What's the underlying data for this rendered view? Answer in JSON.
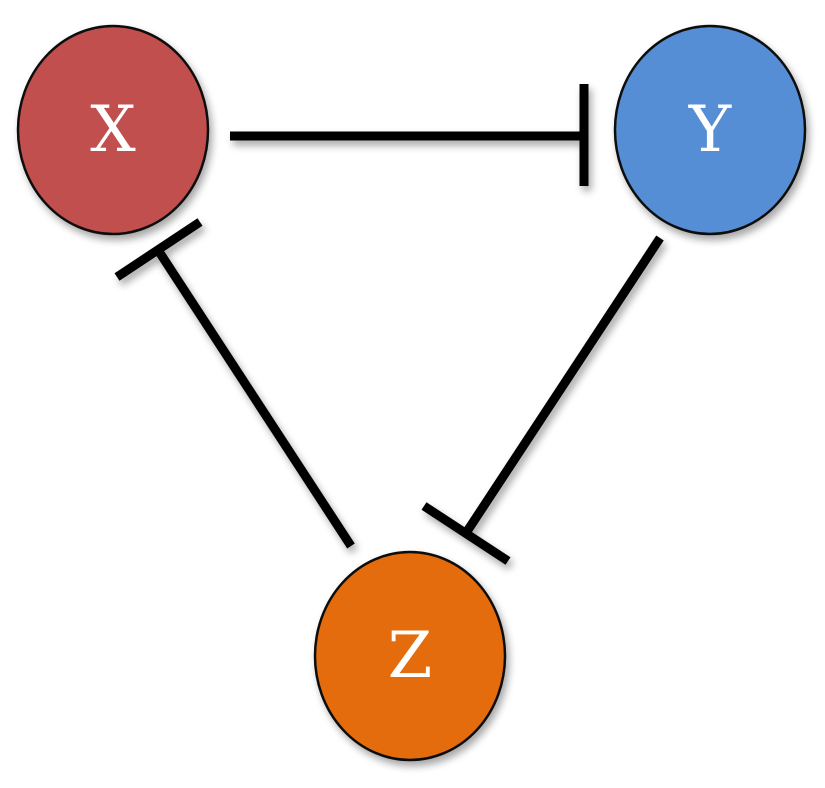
{
  "diagram": {
    "nodes": [
      {
        "id": "X",
        "label": "X",
        "color": "#C0504D"
      },
      {
        "id": "Y",
        "label": "Y",
        "color": "#558ED5"
      },
      {
        "id": "Z",
        "label": "Z",
        "color": "#E46C0A"
      }
    ],
    "edges": [
      {
        "from": "X",
        "to": "Y",
        "type": "inhibition"
      },
      {
        "from": "Y",
        "to": "Z",
        "type": "inhibition"
      },
      {
        "from": "Z",
        "to": "X",
        "type": "inhibition"
      }
    ],
    "edge_color": "#000000"
  }
}
